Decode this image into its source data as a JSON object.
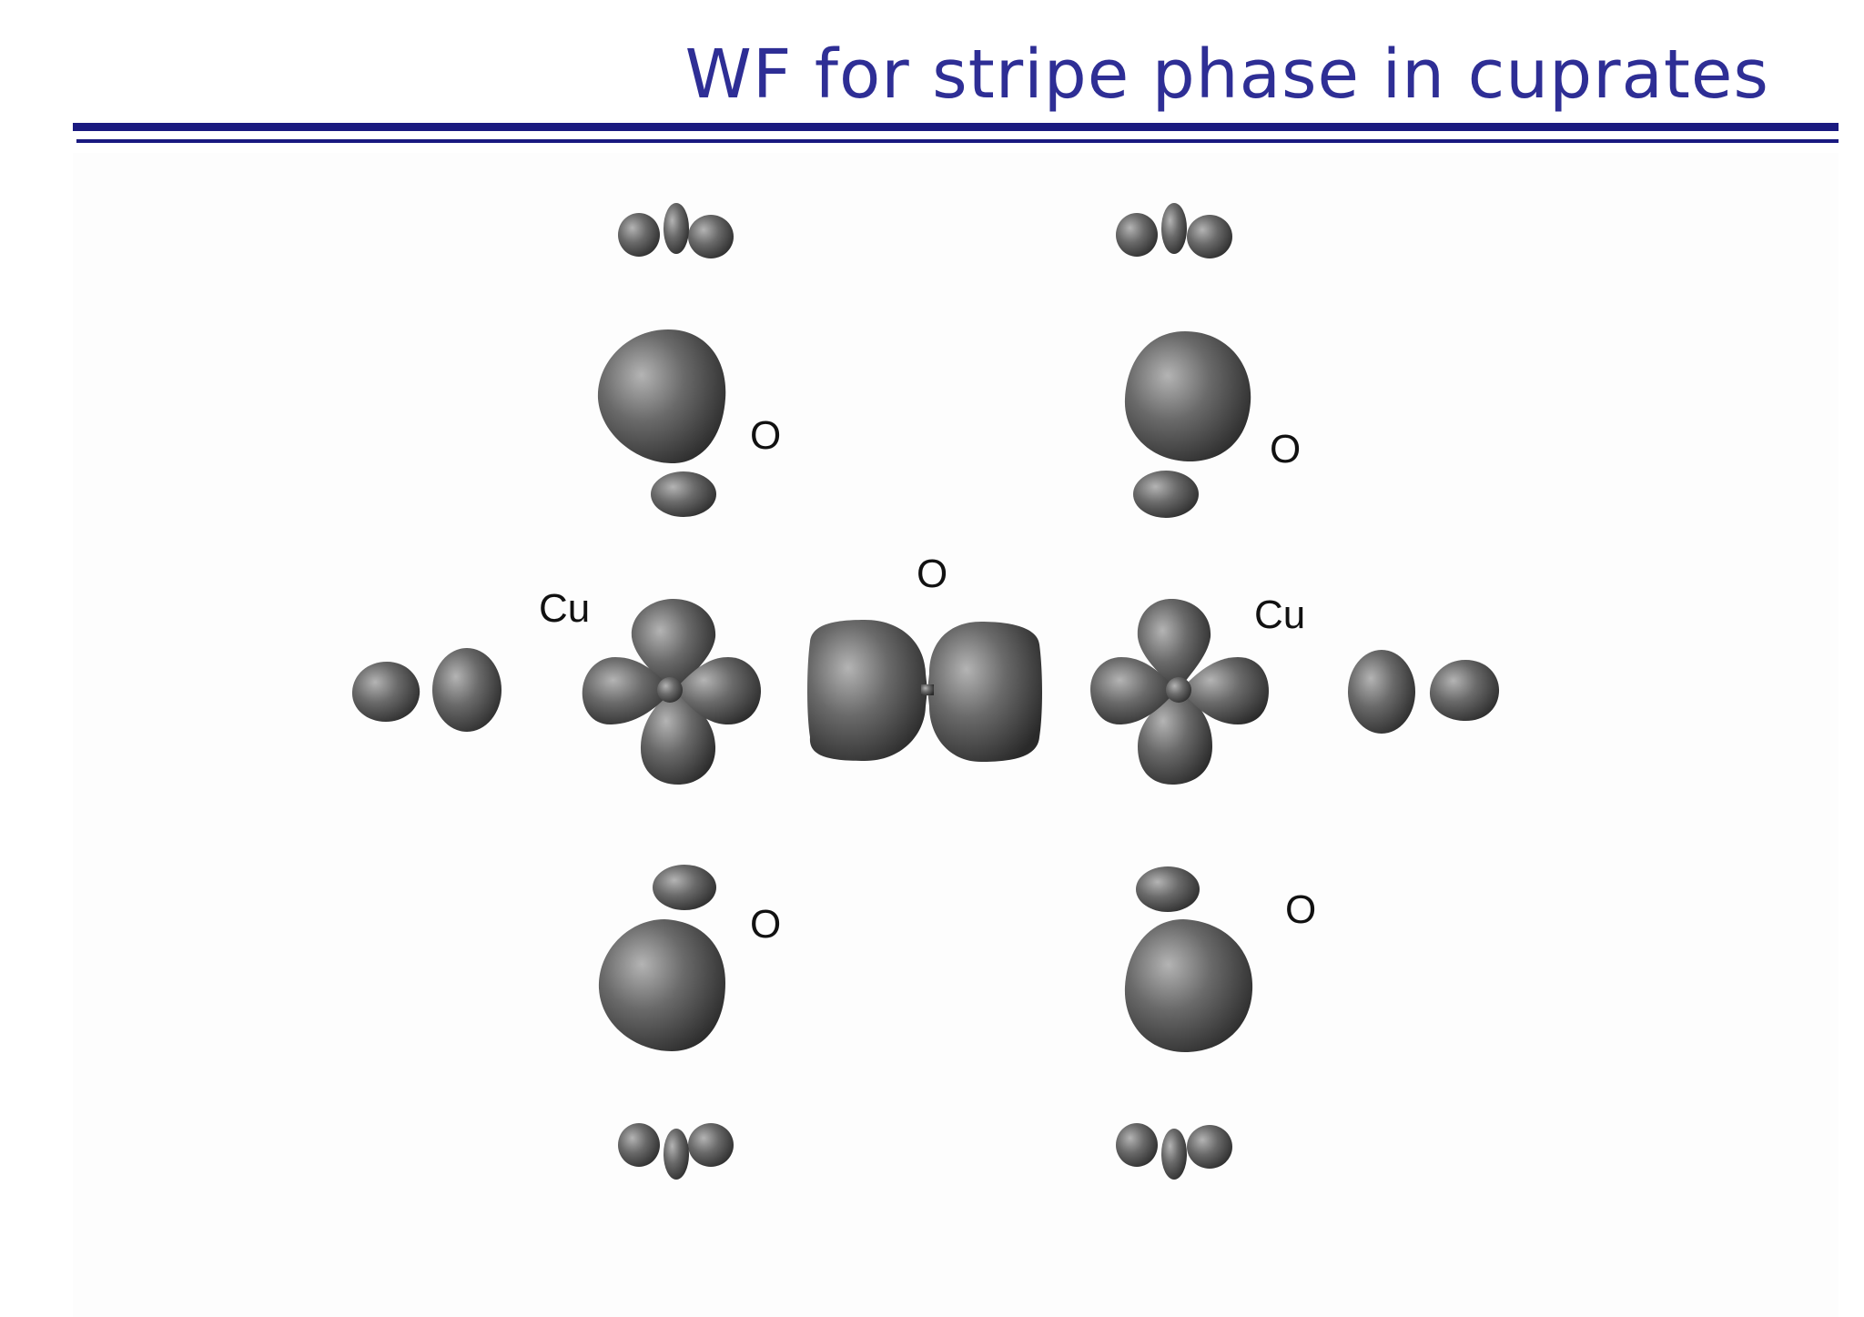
{
  "slide": {
    "title": "WF for stripe phase in cuprates"
  },
  "diagram": {
    "labels": {
      "oxygen_upper_left": "O",
      "oxygen_upper_right": "O",
      "oxygen_center": "O",
      "copper_left": "Cu",
      "copper_right": "Cu",
      "oxygen_lower_left": "O",
      "oxygen_lower_right": "O"
    }
  },
  "colors": {
    "title": "#2e2e95",
    "rules": "#1a1a80",
    "orbital_light": "#b4b4b4",
    "orbital_mid": "#6a6a6a",
    "orbital_dark": "#2a2a2a"
  }
}
